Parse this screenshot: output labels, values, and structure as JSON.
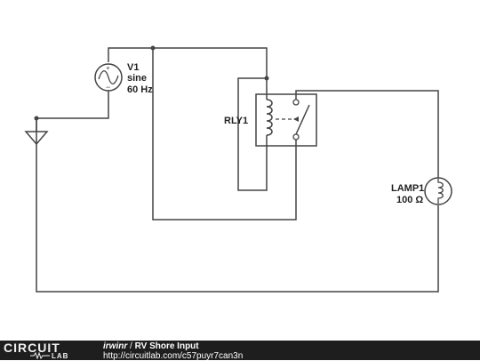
{
  "schematic": {
    "source": {
      "name": "V1",
      "type": "sine",
      "freq": "60 Hz"
    },
    "relay": {
      "name": "RLY1"
    },
    "lamp": {
      "name": "LAMP1",
      "resistance": "100 Ω"
    }
  },
  "footer": {
    "brand_top": "CIRCUIT",
    "brand_bottom": "LAB",
    "author": "irwinr",
    "separator": " / ",
    "title": "RV Shore Input",
    "url": "http://circuitlab.com/c57puyr7can3n"
  },
  "colors": {
    "wire": "#444444",
    "footer_bg": "#1e1e1e",
    "footer_text": "#ffffff"
  }
}
